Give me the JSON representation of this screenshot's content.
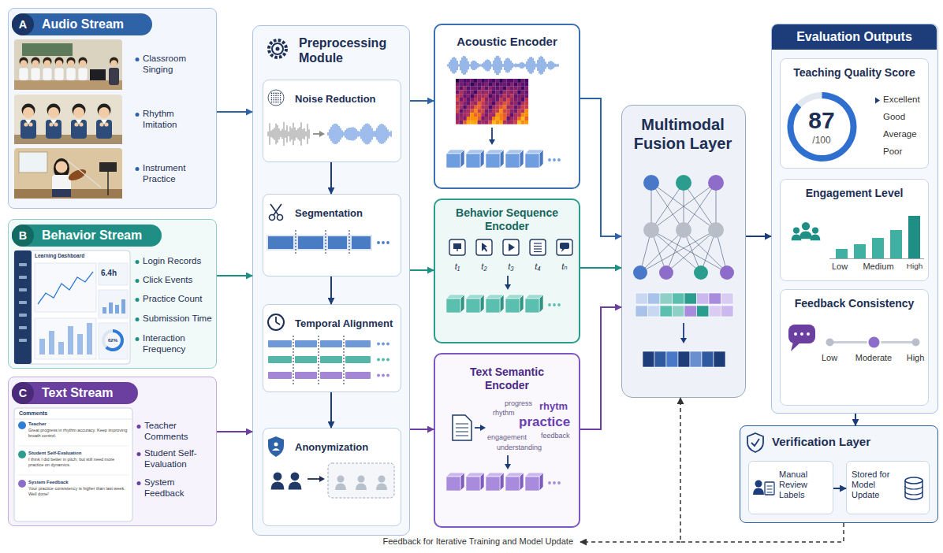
{
  "diagram": {
    "nodes": [
      {
        "text": [
          "Classroom Singing",
          "Rhythm Imitation",
          "Instrument Practice"
        ]
      },
      {
        "text": [
          "A",
          "Audio Stream"
        ],
        "in": 0
      },
      {
        "text": [
          "Login Records",
          "Click Events",
          "Practice Count",
          "Submission Time",
          "Interaction Frequency"
        ]
      },
      {
        "text": [
          "B",
          "Behavior Stream"
        ],
        "in": 2
      },
      {
        "text": [
          "Teacher Comments",
          "Student Self-Evaluation",
          "System Feedback"
        ]
      },
      {
        "text": [
          "C",
          "Text Stream"
        ],
        "in": 4
      },
      {
        "text": [
          "Preprocessing Module"
        ]
      },
      {
        "text": [
          "Noise Reduction"
        ],
        "in": 6
      },
      {
        "text": [
          "Segmentation"
        ],
        "in": 6
      },
      {
        "text": [
          "Temporal Alignment"
        ],
        "in": 6
      },
      {
        "text": [
          "Anonymization"
        ],
        "in": 6
      },
      {
        "text": [
          "Acoustic Encoder"
        ]
      },
      {
        "text": [
          "Behavior Sequence Encoder",
          "t₁",
          "t₂",
          "t₃",
          "t₄",
          "tₙ"
        ]
      },
      {
        "text": [
          "Text Semantic Encoder",
          "progress",
          "rhythm",
          "rhytm",
          "practice",
          "engagement",
          "feedback",
          "understanding"
        ]
      },
      {
        "text": [
          "Multimodal Fusion Layer"
        ]
      },
      {
        "text": [
          "Evaluation Outputs"
        ]
      },
      {
        "text": [
          "Teaching Quality Score",
          "87",
          "/100",
          "Excellent",
          "Good",
          "Average",
          "Poor"
        ],
        "in": 15
      },
      {
        "text": [
          "Engagement Level",
          "Low",
          "Medium",
          "High"
        ],
        "in": 15
      },
      {
        "text": [
          "Feedback Consistency",
          "Low",
          "Moderate",
          "High"
        ],
        "in": 15
      },
      {
        "text": [
          "Verification Layer"
        ]
      },
      {
        "text": [
          "Manual Review Labels"
        ],
        "in": 19
      },
      {
        "text": [
          "Stored for Model Update"
        ],
        "in": 19
      }
    ],
    "edges": [
      {
        "from": 0,
        "to": 6,
        "arrow": "to"
      },
      {
        "from": 2,
        "to": 6,
        "arrow": "to"
      },
      {
        "from": 4,
        "to": 6,
        "arrow": "to"
      },
      {
        "from": 7,
        "to": 8,
        "arrow": "to"
      },
      {
        "from": 8,
        "to": 9,
        "arrow": "to"
      },
      {
        "from": 9,
        "to": 10,
        "arrow": "to"
      },
      {
        "from": 6,
        "to": 11,
        "arrow": "to"
      },
      {
        "from": 6,
        "to": 12,
        "arrow": "to"
      },
      {
        "from": 6,
        "to": 13,
        "arrow": "to"
      },
      {
        "from": 11,
        "to": 14,
        "arrow": "to"
      },
      {
        "from": 12,
        "to": 14,
        "arrow": "to"
      },
      {
        "from": 13,
        "to": 14,
        "arrow": "to"
      },
      {
        "from": 14,
        "to": 15,
        "arrow": "to"
      },
      {
        "from": 15,
        "to": 19,
        "arrow": "to"
      },
      {
        "from": 20,
        "to": 21,
        "arrow": "to"
      },
      {
        "from": 19,
        "to": 14,
        "label": "Feedback for Iterative Training and Model Update",
        "arrow": "to"
      }
    ],
    "labels": [
      "Learning Dashboard",
      "6.4h",
      "62%",
      "Comments",
      "Teacher",
      "Great progress in rhythm accuracy. Keep improving breath control.",
      "Student Self-Evaluation",
      "I think I did better in pitch, but still need more practice on dynamics.",
      "System Feedback",
      "Your practice consistency is higher than last week. Well done!"
    ]
  }
}
